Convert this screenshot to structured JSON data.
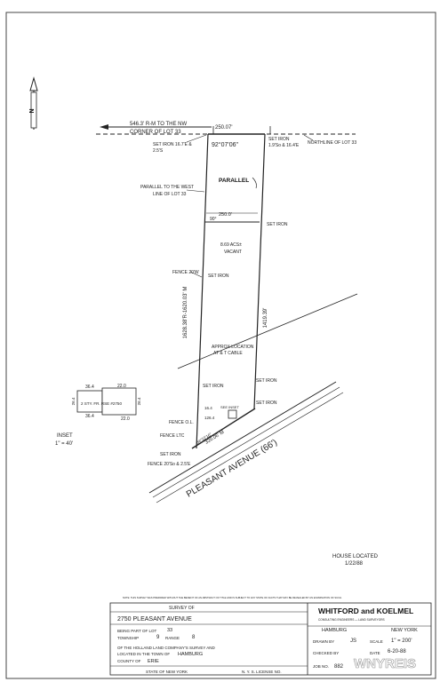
{
  "north_label": "N",
  "tie_line": {
    "line1": "546.3' R-M TO THE NW",
    "line2": "CORNER OF LOT 33",
    "top_distance": "250.07'",
    "angle": "92°07'06\""
  },
  "notes": {
    "set_iron_left": [
      "SET IRON 16.7'E &",
      "2.5'S"
    ],
    "set_iron_right": [
      "SET IRON",
      "1.9'So & 16.4'E"
    ],
    "northline": "NORTHLINE OF LOT 33",
    "parallel": "PARALLEL",
    "parallel_west": [
      "PARALLEL TO THE WEST",
      "LINE OF LOT 33"
    ],
    "width_mid": "250.0'",
    "angle_mid": "90°",
    "set_iron_mid": "SET IRON",
    "acreage": [
      "8.69 ACS±",
      "VACANT"
    ],
    "fence_20w": "FENCE 20'W",
    "set_iron_left_mid": "SET IRON",
    "west_dimension": "1628.38'R-1620.03' M",
    "east_dimension": "1419.39'",
    "cable": [
      "APPROX LOCATION",
      "AT & T CABLE"
    ],
    "set_iron_lower_left": "SET IRON",
    "set_iron_lower_right": "SET IRON",
    "set_iron_lower_right2": "SET IRON",
    "fence_ol": "FENCE O.L.",
    "fence_ltc": "FENCE LTC",
    "set_iron_bottom": "SET IRON",
    "fence_bottom": "FENCE 20'So & 2.5'E",
    "dim_164": "16.4",
    "dim_1264": "126.4",
    "frontage": "320.06' M",
    "frontage2": "84°22'16\"",
    "house_note": "SEE INSET",
    "street": "PLEASANT AVENUE (66')"
  },
  "inset": {
    "title": "INSET",
    "scale": "1\" = 40'",
    "dims_top": [
      "36.4",
      "22.0"
    ],
    "dims_bottom": [
      "36.4",
      "22.0"
    ],
    "side_left": "26.4",
    "side_right": "26.4",
    "label": "2 STY. FR. RSE #2750"
  },
  "house_located": {
    "line1": "HOUSE LOCATED",
    "line2": "1/22/88"
  },
  "disclaimer": "NOTE: THIS SURVEY WAS PREPARED WITHOUT THE BENEFIT OF AN ABSTRACT OF TITLE AND IS SUBJECT TO ANY STATE OF FACTS THAT MAY BE REVEALED BY AN EXAMINATION OF SUCH.",
  "title_block": {
    "survey_of": "SURVEY OF",
    "address": "2750 PLEASANT AVENUE",
    "being_part_of_lot": "BEING PART OF LOT",
    "lot": "33",
    "township": "TOWNSHIP",
    "township_no": "9",
    "range": "RANGE",
    "range_no": "8",
    "holland": "OF THE HOLLAND LAND COMPANY'S SURVEY AND",
    "located_in": "LOCATED IN THE TOWN OF",
    "town": "HAMBURG",
    "county_of": "COUNTY OF",
    "county": "ERIE",
    "state": "STATE OF NEW YORK",
    "license": "N. Y. S. LICENSE NO.",
    "firm": "WHITFORD and KOELMEL",
    "firm_sub": "CONSULTING ENGINEERS — LAND SURVEYORS",
    "firm_city": "HAMBURG",
    "firm_state": "NEW YORK",
    "drawn_by_label": "DRAWN BY",
    "drawn_by": "JS",
    "scale_label": "SCALE",
    "scale": "1\" = 200'",
    "checked_by_label": "CHECKED BY",
    "date_label": "DATE",
    "date": "6-20-88",
    "job_no_label": "JOB NO.",
    "job_no": "882"
  },
  "watermark": "WNYREIS"
}
